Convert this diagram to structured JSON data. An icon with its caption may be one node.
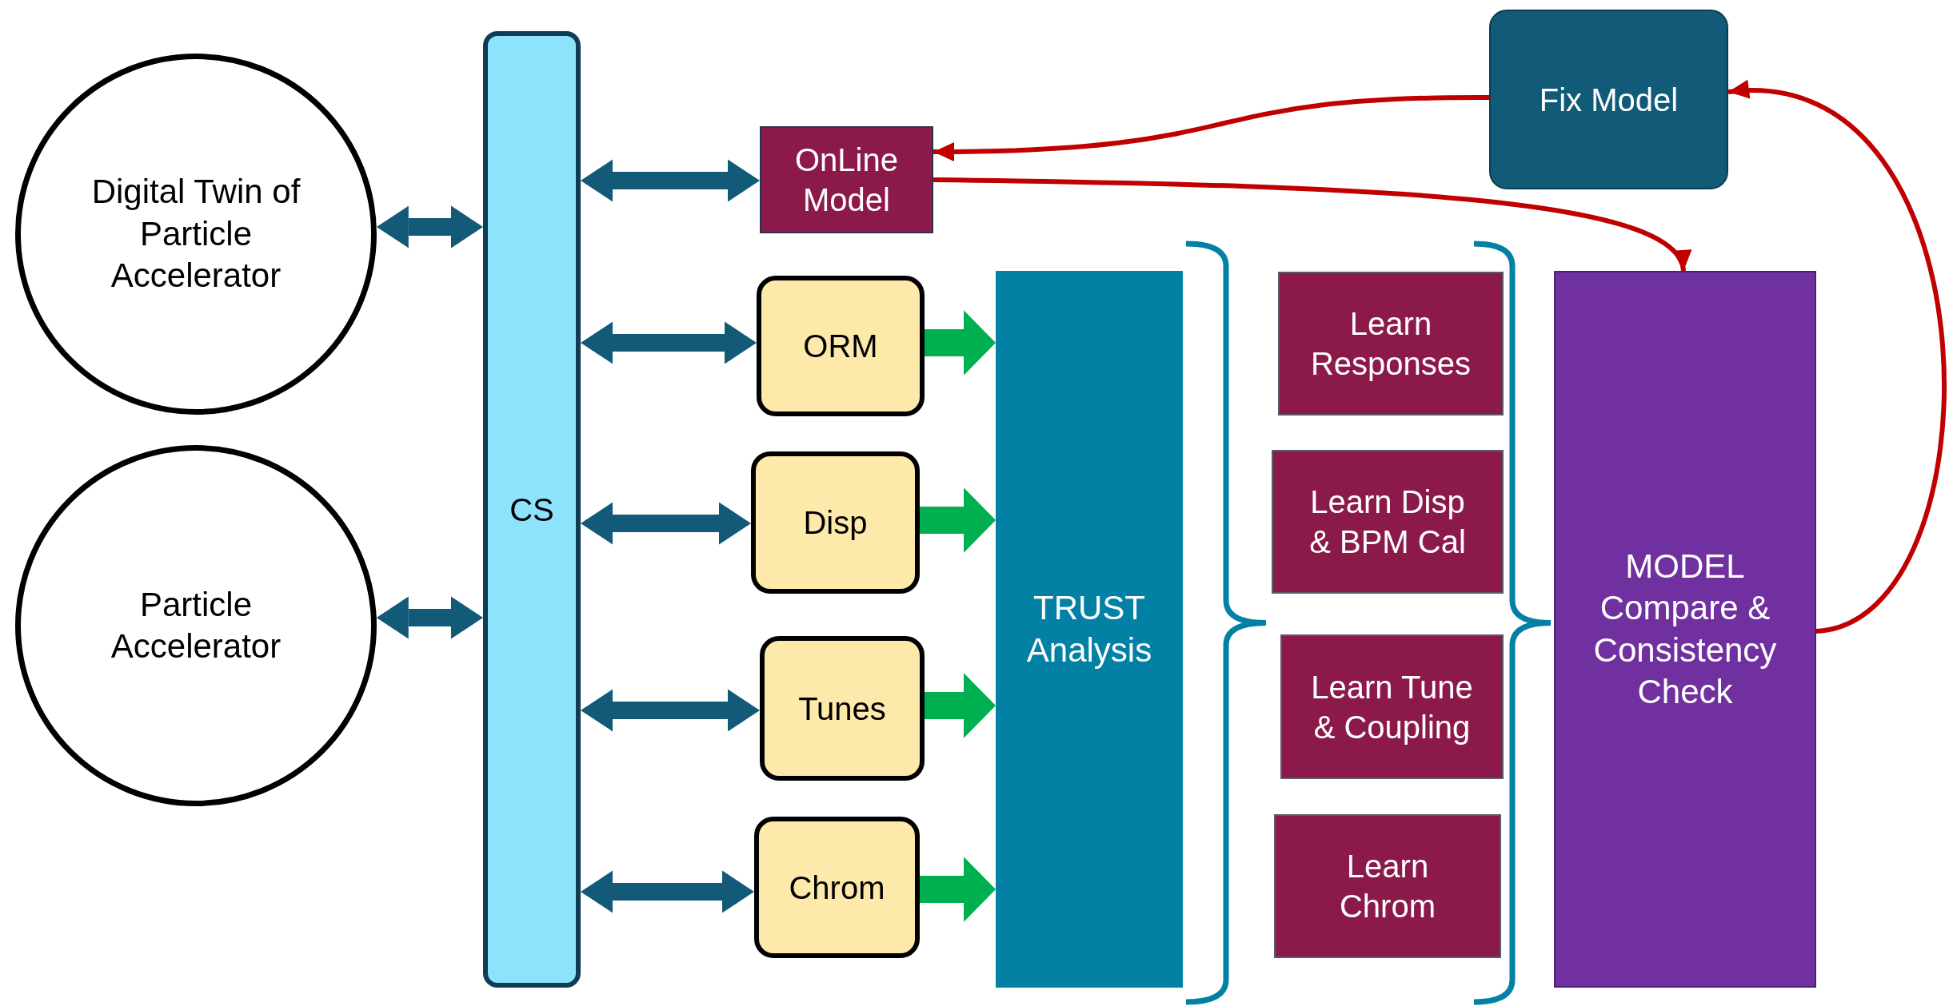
{
  "diagram": {
    "nodes": [
      {
        "text": [
          "Digital Twin of Particle Accelerator"
        ]
      },
      {
        "text": [
          "Particle Accelerator"
        ]
      },
      {
        "text": [
          "CS"
        ]
      },
      {
        "text": [
          "OnLine Model"
        ]
      },
      {
        "text": [
          "Fix Model"
        ]
      },
      {
        "text": [
          "ORM"
        ]
      },
      {
        "text": [
          "Disp"
        ]
      },
      {
        "text": [
          "Tunes"
        ]
      },
      {
        "text": [
          "Chrom"
        ]
      },
      {
        "text": [
          "TRUST Analysis"
        ]
      },
      {
        "text": [
          "Learn Responses"
        ]
      },
      {
        "text": [
          "Learn Disp & BPM Cal"
        ]
      },
      {
        "text": [
          "Learn Tune & Coupling"
        ]
      },
      {
        "text": [
          "Learn Chrom"
        ]
      },
      {
        "text": [
          "MODEL Compare & Consistency Check"
        ]
      }
    ],
    "edges": [
      {
        "from": 0,
        "to": 2,
        "arrow": "both"
      },
      {
        "from": 1,
        "to": 2,
        "arrow": "both"
      },
      {
        "from": 2,
        "to": 3,
        "arrow": "both"
      },
      {
        "from": 2,
        "to": 5,
        "arrow": "both"
      },
      {
        "from": 2,
        "to": 6,
        "arrow": "both"
      },
      {
        "from": 2,
        "to": 7,
        "arrow": "both"
      },
      {
        "from": 2,
        "to": 8,
        "arrow": "both"
      },
      {
        "from": 5,
        "to": 9,
        "arrow": "to",
        "color": "#00b050"
      },
      {
        "from": 6,
        "to": 9,
        "arrow": "to",
        "color": "#00b050"
      },
      {
        "from": 7,
        "to": 9,
        "arrow": "to",
        "color": "#00b050"
      },
      {
        "from": 8,
        "to": 9,
        "arrow": "to",
        "color": "#00b050"
      },
      {
        "from": 4,
        "to": 3,
        "arrow": "to",
        "color": "#c00000"
      },
      {
        "from": 3,
        "to": 14,
        "arrow": "to",
        "color": "#c00000"
      },
      {
        "from": 14,
        "to": 4,
        "arrow": "to",
        "color": "#c00000"
      }
    ]
  }
}
